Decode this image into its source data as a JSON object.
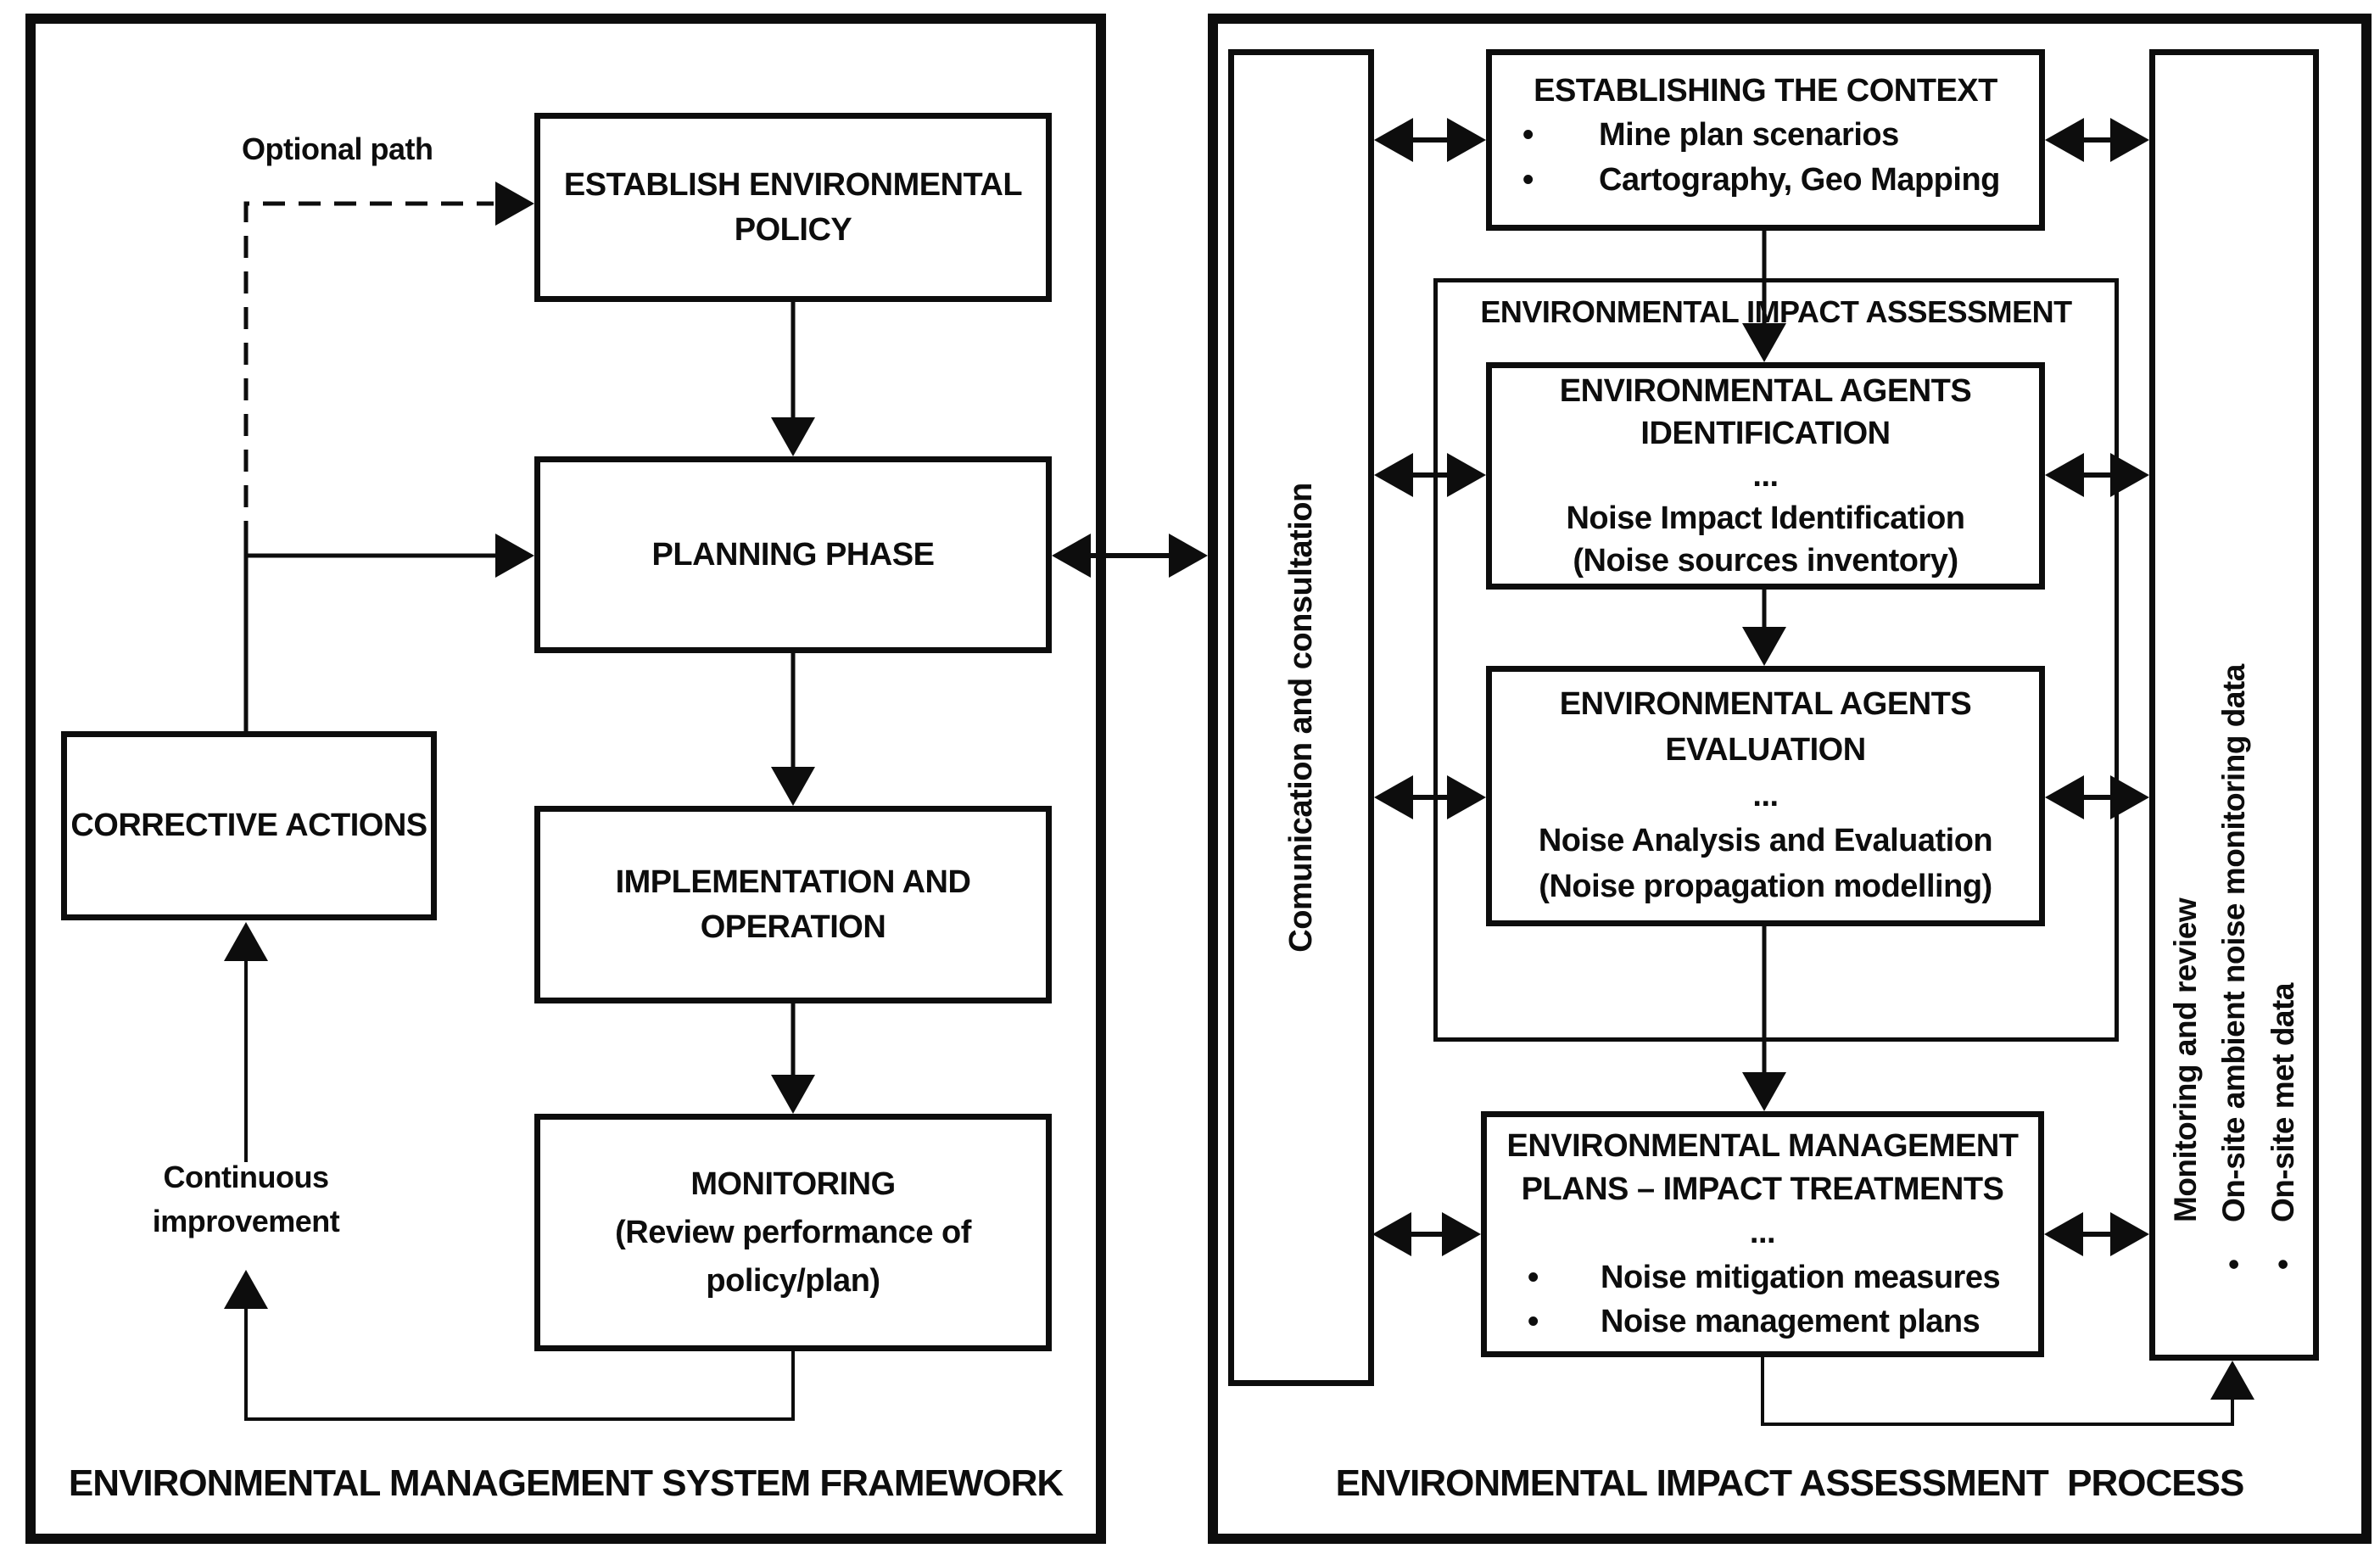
{
  "colors": {
    "ink": "#0d0d0d",
    "paper": "#ffffff"
  },
  "glyphs": {
    "bullet": "•",
    "ellipsis": "..."
  },
  "left_panel": {
    "caption": "ENVIRONMENTAL MANAGEMENT SYSTEM FRAMEWORK",
    "optional_path_label": "Optional path",
    "continuous_improvement": {
      "line1": "Continuous",
      "line2": "improvement"
    },
    "boxes": {
      "policy": {
        "line1": "ESTABLISH ENVIRONMENTAL",
        "line2": "POLICY"
      },
      "planning": {
        "line1": "PLANNING PHASE"
      },
      "implementation": {
        "line1": "IMPLEMENTATION AND",
        "line2": "OPERATION"
      },
      "monitoring": {
        "line1": "MONITORING",
        "line2": "(Review performance of",
        "line3": "policy/plan)"
      },
      "corrective": {
        "line1": "CORRECTIVE ACTIONS"
      }
    }
  },
  "right_panel": {
    "caption": "ENVIRONMENTAL IMPACT ASSESSMENT  PROCESS",
    "communication_bar_label": "Comunication and consultation",
    "monitoring_bar": {
      "line1": "Monitoring and review",
      "line2": "On-site ambient noise monitoring data",
      "line3": "On-site met data"
    },
    "context_box": {
      "title": "ESTABLISHING THE CONTEXT",
      "bullet1": "Mine plan scenarios",
      "bullet2": "Cartography, Geo Mapping"
    },
    "eia_container_label": "ENVIRONMENTAL IMPACT ASSESSMENT",
    "identification_box": {
      "title1": "ENVIRONMENTAL AGENTS",
      "title2": "IDENTIFICATION",
      "ellipsis": "...",
      "line1": "Noise Impact Identification",
      "line2": "(Noise sources inventory)"
    },
    "evaluation_box": {
      "title1": "ENVIRONMENTAL AGENTS",
      "title2": "EVALUATION",
      "ellipsis": "...",
      "line1": "Noise Analysis and Evaluation",
      "line2": "(Noise propagation modelling)"
    },
    "management_box": {
      "title1": "ENVIRONMENTAL MANAGEMENT",
      "title2": "PLANS – IMPACT TREATMENTS",
      "ellipsis": "...",
      "bullet1": "Noise mitigation measures",
      "bullet2": "Noise management plans"
    }
  }
}
